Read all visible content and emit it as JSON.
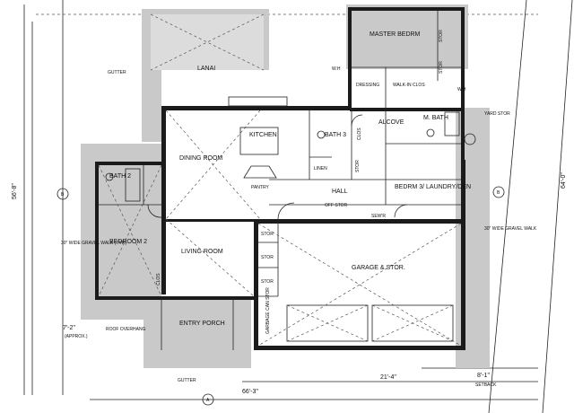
{
  "rooms": {
    "master": "MASTER BEDRM",
    "stor": "STOR",
    "walk_in": "WALK-IN CLOS",
    "dressing": "DRESSING",
    "lanai": "LANAI",
    "gutter": "GUTTER",
    "alcove": "ALCOVE",
    "m_bath": "M. BATH",
    "yard_stor": "YARD STOR",
    "kitchen": "KITCHEN",
    "bath3": "BATH 3",
    "clos": "CLOS",
    "dining": "DINING ROOM",
    "linen": "LINEN",
    "pantry": "PANTRY",
    "bath2": "BATH 2",
    "hall": "HALL",
    "bedrm3": "BEDRM 3/ LAUNDRY/DEN",
    "off_stor": "OFF STOR",
    "bedroom2": "BEDROOM 2",
    "gravel_left": "30\" WIDE GRAVEL WALK (TYP.)",
    "gravel_right": "30\" WIDE GRAVEL WALK",
    "living": "LIVING ROOM",
    "garage": "GARAGE & STOR.",
    "garbage": "GARBAGE CAN STOR",
    "entry": "ENTRY PORCH",
    "roof_overhang": "ROOF OVERHANG",
    "setback": "SETBACK",
    "wh": "W.H",
    "sewr": "SEW'R"
  },
  "dimensions": {
    "left_height": "56'-8\"",
    "right_height": "64'-0\"",
    "bottom_left": "7'-2\"",
    "approx": "(APPROX.)",
    "width_total": "66'-3\"",
    "garage_width": "21'-4\"",
    "setback_dim": "8'-1\""
  },
  "markers": {
    "b": "B",
    "a": "A"
  }
}
